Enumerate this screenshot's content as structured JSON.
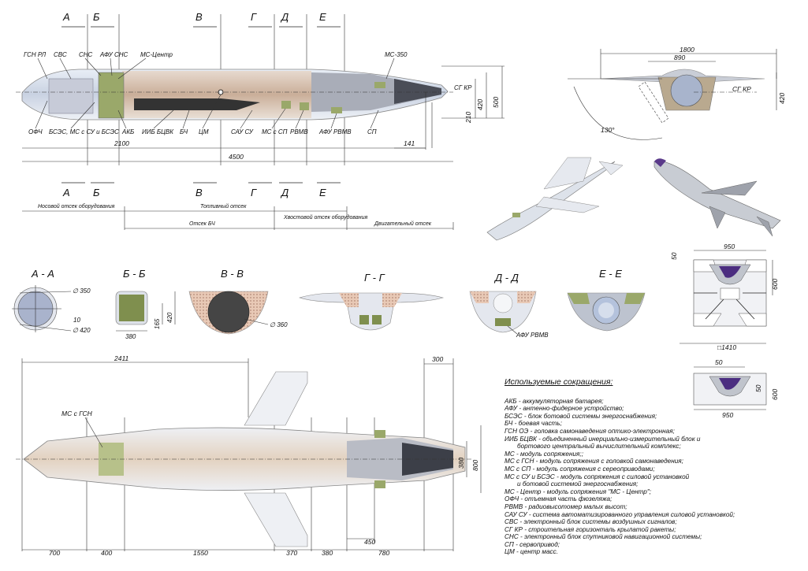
{
  "sections_top": [
    "А",
    "Б",
    "В",
    "Г",
    "Д",
    "Е"
  ],
  "sections_mid": [
    "А",
    "Б",
    "В",
    "Г",
    "Д",
    "Е"
  ],
  "top_labels": {
    "gsn_rl": "ГСН РЛ",
    "svs": "СВС",
    "sns": "СНС",
    "afu_sns": "АФУ СНС",
    "ms_center": "МС-Центр",
    "ms350": "МС-350",
    "sg_kr": "СГ КР",
    "ofch": "ОФЧ",
    "bses": "БСЭС, МС с СУ и БСЭС",
    "akb": "АКБ",
    "iib": "ИИБ БЦВК",
    "bch": "БЧ",
    "cm": "ЦМ",
    "sau": "САУ СУ",
    "ms_sp": "МС с СП",
    "rvmv": "РВМВ",
    "afu_rvmv": "АФУ РВМВ",
    "sp": "СП"
  },
  "top_dims": {
    "d2100": "2100",
    "d4500": "4500",
    "d141": "141",
    "d210": "210",
    "d420": "420",
    "d500": "500"
  },
  "compartments": {
    "nose": "Носовой отсек оборудования",
    "fuel": "Топливный отсек",
    "tail": "Хвостовой отсек оборудования",
    "bch": "Отсек БЧ",
    "engine": "Двигательный отсек"
  },
  "front_view": {
    "d1800": "1800",
    "d890": "890",
    "d420": "420",
    "angle": "130°",
    "sg_kr": "СГ КР"
  },
  "cross_sections": {
    "aa": "А - А",
    "bb": "Б - Б",
    "vv": "В - В",
    "gg": "Г - Г",
    "dd": "Д - Д",
    "ee": "Е - Е",
    "d350": "∅ 350",
    "d10": "10",
    "d420": "∅ 420",
    "d380": "380",
    "d165": "165",
    "d420b": "420",
    "d360": "∅ 360",
    "afu_rvmv": "АФУ РВМВ"
  },
  "right_views": {
    "d950": "950",
    "d50": "50",
    "d600": "600",
    "d1410": "□1410",
    "d50b": "50",
    "d50c": "50",
    "d600b": "600",
    "d950b": "950"
  },
  "plan_view": {
    "d2411": "2411",
    "d300": "300",
    "ms_gsn": "МС с ГСН",
    "d380": "380",
    "d800": "800",
    "bottom": [
      "700",
      "400",
      "1550",
      "370",
      "380",
      "450",
      "780"
    ]
  },
  "legend": {
    "title": "Используемые сокращения:",
    "items": [
      {
        "text": "АКБ - аккумуляторная батарея;",
        "indent": false
      },
      {
        "text": "АФУ - антенно-фидерное устройство;",
        "indent": false
      },
      {
        "text": "БСЭС - блок ботовой системы энергоснабжения;",
        "indent": false
      },
      {
        "text": "БЧ - боевая часть;",
        "indent": false
      },
      {
        "text": "ГСН ОЭ - головка самонаведения оптико-электронная;",
        "indent": false
      },
      {
        "text": "ИИБ БЦВК - объединенный инерциально-измерительный блок и",
        "indent": false
      },
      {
        "text": "бортового центральный вычислительный комплекс;",
        "indent": true
      },
      {
        "text": "МС - модуль сопряжения;;",
        "indent": false
      },
      {
        "text": "МС с ГСН - модуль сопряжения с головкой самонаведения;",
        "indent": false
      },
      {
        "text": "МС с СП - модуль сопряжения с сереоприводами;",
        "indent": false
      },
      {
        "text": "МС с СУ и БСЭС - модуль сопряжения с силовой установкой",
        "indent": false
      },
      {
        "text": "и ботовой системой энергоснабжения;",
        "indent": true
      },
      {
        "text": "МС - Центр - модуль сопряжения \"МС - Центр\";",
        "indent": false
      },
      {
        "text": "ОФЧ - отъемная часть фюзеляжа;",
        "indent": false
      },
      {
        "text": "РВМВ - радиовысотомер малых высот;",
        "indent": false
      },
      {
        "text": "САУ СУ - система автоматизированного управления силовой установкой;",
        "indent": false
      },
      {
        "text": "СВС - электронный блок системы воздушных сигналов;",
        "indent": false
      },
      {
        "text": "СГ КР - строительная горизонталь крылатой ракеты;",
        "indent": false
      },
      {
        "text": "СНС - электронный блок спутниковой навигационной системы;",
        "indent": false
      },
      {
        "text": "СП - сервопривод;",
        "indent": false
      },
      {
        "text": "ЦМ - центр масс.",
        "indent": false
      }
    ]
  }
}
